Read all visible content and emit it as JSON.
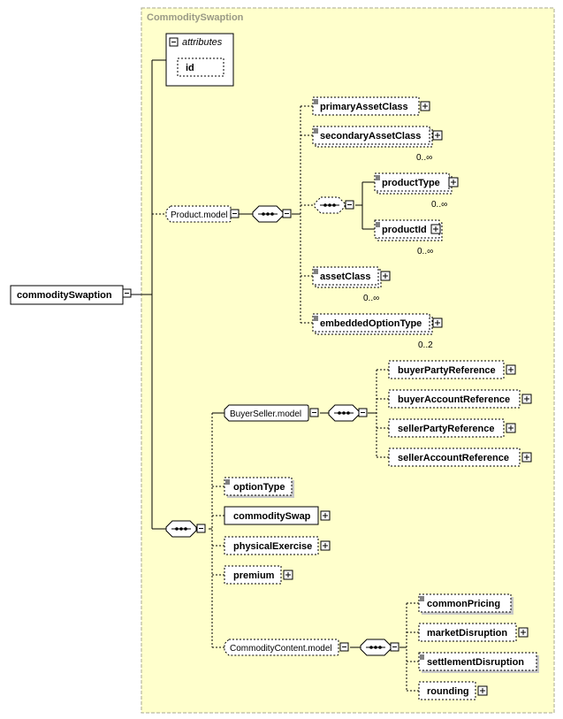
{
  "type_name": "CommoditySwaption",
  "root_element": "commoditySwaption",
  "attributes": {
    "header": "attributes",
    "items": [
      "id"
    ]
  },
  "product_model": {
    "group_name": "Product.model",
    "primary_asset_class": "primaryAssetClass",
    "secondary_asset_class": {
      "name": "secondaryAssetClass",
      "multiplicity": "0..∞"
    },
    "product_type": {
      "name": "productType",
      "multiplicity": "0..∞"
    },
    "product_id": {
      "name": "productId",
      "multiplicity": "0..∞"
    },
    "asset_class": {
      "name": "assetClass",
      "multiplicity": "0..∞"
    },
    "embedded_option_type": {
      "name": "embeddedOptionType",
      "multiplicity": "0..2"
    }
  },
  "buyer_seller_model": {
    "group_name": "BuyerSeller.model",
    "buyer_party_reference": "buyerPartyReference",
    "buyer_account_reference": "buyerAccountReference",
    "seller_party_reference": "sellerPartyReference",
    "seller_account_reference": "sellerAccountReference"
  },
  "elements": {
    "option_type": "optionType",
    "commodity_swap": "commoditySwap",
    "physical_exercise": "physicalExercise",
    "premium": "premium"
  },
  "commodity_content_model": {
    "group_name": "CommodityContent.model",
    "common_pricing": "commonPricing",
    "market_disruption": "marketDisruption",
    "settlement_disruption": "settlementDisruption",
    "rounding": "rounding"
  },
  "colors": {
    "type_fill": "#ffffcc",
    "type_border": "#a8a890",
    "box_fill": "#ffffff",
    "line": "#000000",
    "shadow": "#c8c8c8"
  }
}
